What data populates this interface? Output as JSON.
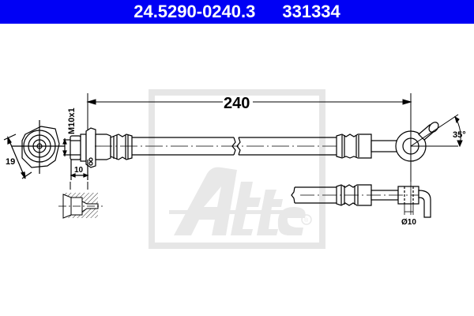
{
  "header": {
    "part_number": "24.5290-0240.3",
    "ref_number": "331334",
    "background_color": "#0000f5",
    "text_color": "#ffffff"
  },
  "drawing": {
    "type": "brake-hose-technical-drawing",
    "dimensions": {
      "length": "240",
      "thread": "M10x1",
      "wrench_size": "19",
      "thread_length": "10",
      "bend_angle": "35°",
      "diameter": "Ø10"
    },
    "watermark": {
      "brand": "Ate",
      "registered": "®",
      "color": "#e6e6e6"
    }
  }
}
